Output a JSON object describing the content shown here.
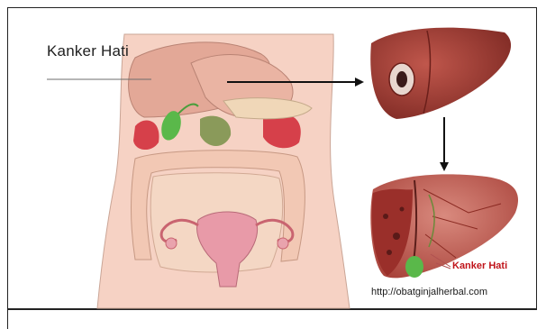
{
  "title": "Kanker Hati",
  "liver_label": "Kanker Hati",
  "source_url": "http://obatginjalherbal.com",
  "colors": {
    "frame": "#222222",
    "title_text": "#1f1f1f",
    "label_text": "#c0141a",
    "liver": "#a8423a",
    "skin": "#f6d2c4",
    "intestine": "#f2c8b4",
    "gallbladder": "#5ab84a"
  },
  "icons": {
    "arrow_right": "arrow-right-icon",
    "arrow_down": "arrow-down-icon"
  }
}
